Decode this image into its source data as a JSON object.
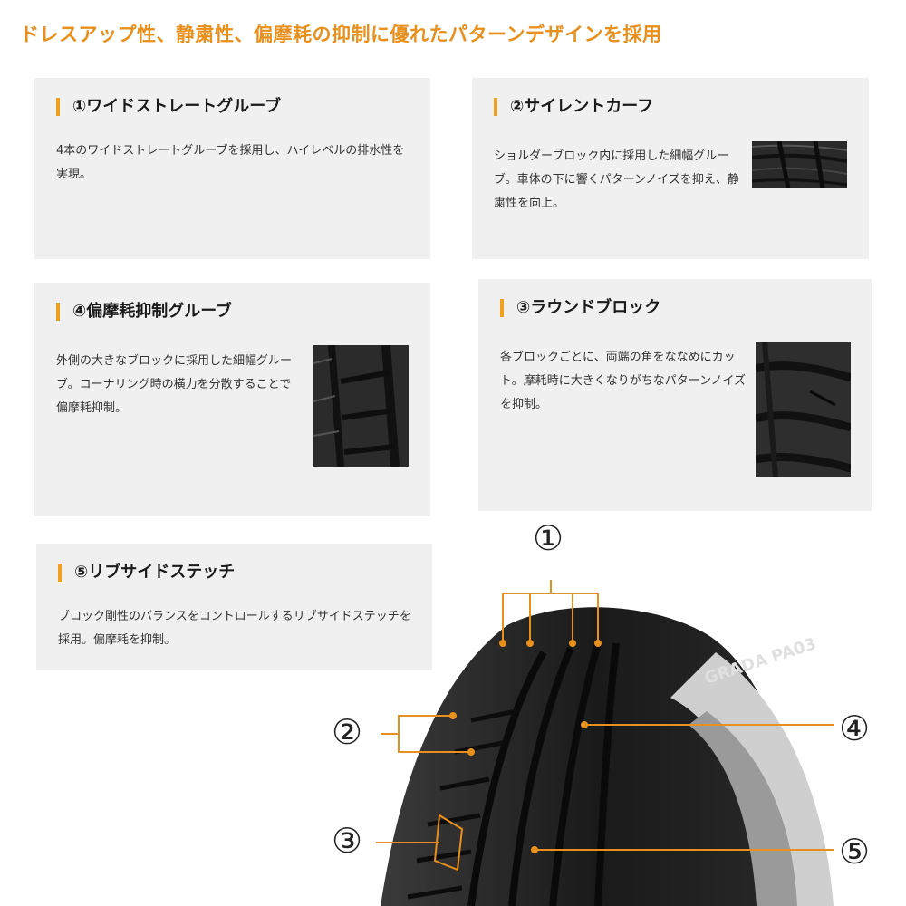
{
  "headline": "ドレスアップ性、静粛性、偏摩耗の抑制に優れたパターンデザインを採用",
  "cards": [
    {
      "title": "①ワイドストレートグルーブ",
      "body": "4本のワイドストレートグルーブを採用し、ハイレベルの排水性を実現。"
    },
    {
      "title": "②サイレントカーフ",
      "body": "ショルダーブロック内に採用した細幅グルーブ。車体の下に響くパターンノイズを抑え、静粛性を向上。"
    },
    {
      "title": "④偏摩耗抑制グルーブ",
      "body": "外側の大きなブロックに採用した細幅グルーブ。コーナリング時の横力を分散することで偏摩耗抑制。"
    },
    {
      "title": "③ラウンドブロック",
      "body": "各ブロックごとに、両端の角をななめにカット。摩耗時に大きくなりがちなパターンノイズを抑制。"
    },
    {
      "title": "⑤リブサイドステッチ",
      "body": "ブロック剛性のバランスをコントロールするリブサイドステッチを採用。偏摩耗を抑制。"
    }
  ],
  "diagram": {
    "markers": [
      "①",
      "②",
      "③",
      "④",
      "⑤"
    ],
    "sidewall_text": "GRADA PA03"
  }
}
